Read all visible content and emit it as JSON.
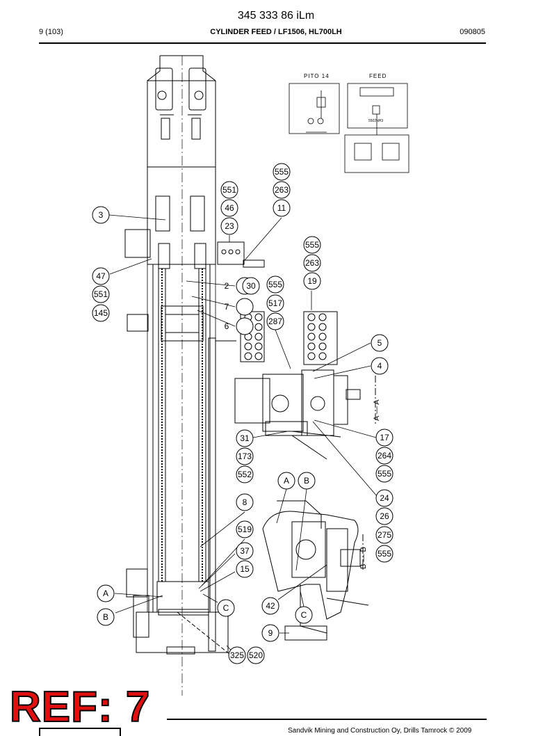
{
  "header": {
    "doc_number": "345 333 86 iLm",
    "page": "9 (103)",
    "section_title": "CYLINDER FEED / LF1506, HL700LH",
    "date_code": "090805"
  },
  "schematic": {
    "left_title": "PITO 14",
    "right_title": "FEED",
    "valve_label": "5502NH3"
  },
  "callouts": {
    "c555a": "555",
    "c263a": "263",
    "c11": "11",
    "c551a": "551",
    "c46": "46",
    "c23": "23",
    "c3": "3",
    "c555b": "555",
    "c263b": "263",
    "c19": "19",
    "c47": "47",
    "c551b": "551",
    "c145": "145",
    "c2": "2",
    "c30": "30",
    "c555c": "555",
    "c7": "7",
    "c517": "517",
    "c287": "287",
    "c6": "6",
    "c5": "5",
    "c4": "4",
    "c31": "31",
    "c173": "173",
    "c552": "552",
    "c17": "17",
    "c264": "264",
    "c555d": "555",
    "cA1": "A",
    "cB1": "B",
    "c8": "8",
    "c24": "24",
    "c26": "26",
    "c519": "519",
    "c275": "275",
    "c555e": "555",
    "c37": "37",
    "c15": "15",
    "cA2": "A",
    "cB2": "B",
    "cC1": "C",
    "c42": "42",
    "cC2": "C",
    "c9": "9",
    "c325": "325",
    "c520": "520"
  },
  "section_labels": {
    "aa": "A — A",
    "bb": "B — B"
  },
  "footer": {
    "ref_badge": "REF: 7",
    "copyright": "Sandvik Mining and Construction Oy, Drills Tamrock © 2009"
  }
}
